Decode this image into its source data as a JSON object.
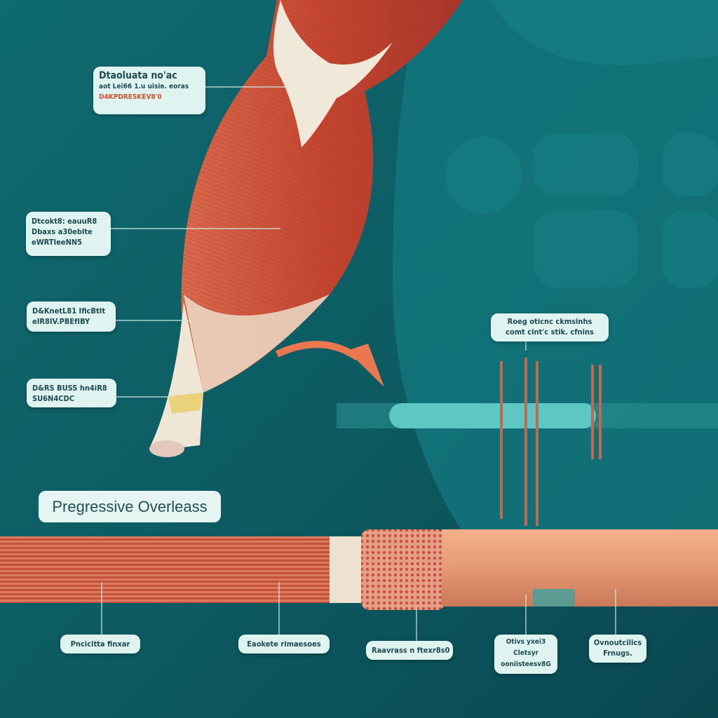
{
  "title": "Pregressive Overleass",
  "labels_left": [
    {
      "lines": [
        "Dtaoluata no'ac",
        "aot Lei66 1.u uisie. eoras",
        "D4KPDRESKEV8'0"
      ]
    },
    {
      "lines": [
        "Dtcokt8: eauuR8",
        "Dbaxs a30eblte",
        "eWRTIeeNN5"
      ]
    },
    {
      "lines": [
        "D&KnetL81 IficBtIt",
        "eIR8IV.PBEfIBY"
      ]
    },
    {
      "lines": [
        "D&RS BUSS hn4iR8",
        "SU6N4CDC"
      ]
    }
  ],
  "label_right": {
    "lines": [
      "Roeg oticnc ckmsinhs",
      "comt cint'c stik. cfnins"
    ]
  },
  "labels_bottom": [
    {
      "lines": [
        "Pncicitta finxar"
      ]
    },
    {
      "lines": [
        "Eaokete rimaesoes"
      ]
    },
    {
      "lines": [
        "Raavrass n ftexr8s0"
      ]
    },
    {
      "lines": [
        "Otivs yxei3",
        "Cletsyr",
        "ooniisteesv8G"
      ]
    },
    {
      "lines": [
        "Ovnoutcilics",
        "Frnugs."
      ]
    }
  ],
  "colors": {
    "background": "#0d5c63",
    "muscle": "#c9503a",
    "tendon": "#efe6d6",
    "arrow": "#e9774f",
    "rope": "#5ec7c4"
  }
}
